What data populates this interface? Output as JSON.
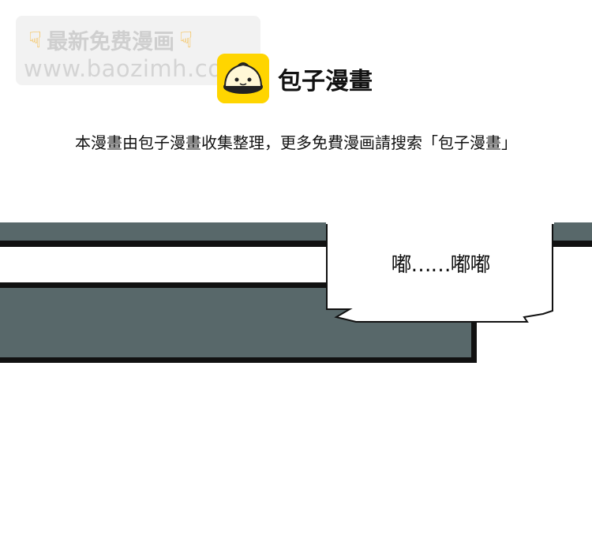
{
  "watermark": {
    "line1": "最新免费漫画",
    "line2": "www.baozimh.com",
    "left_icon": "pointing-down-hand-icon",
    "right_icon": "pointing-down-hand-icon"
  },
  "brand": {
    "name": "包子漫畫",
    "logo_icon": "baozi-bun-logo-icon",
    "logo_color": "#ffd500"
  },
  "notice": "本漫畫由包子漫畫收集整理，更多免費漫画請搜索「包子漫畫」",
  "comic": {
    "speech_text": "嘟……嘟嘟",
    "panel_color": "#58686a"
  }
}
